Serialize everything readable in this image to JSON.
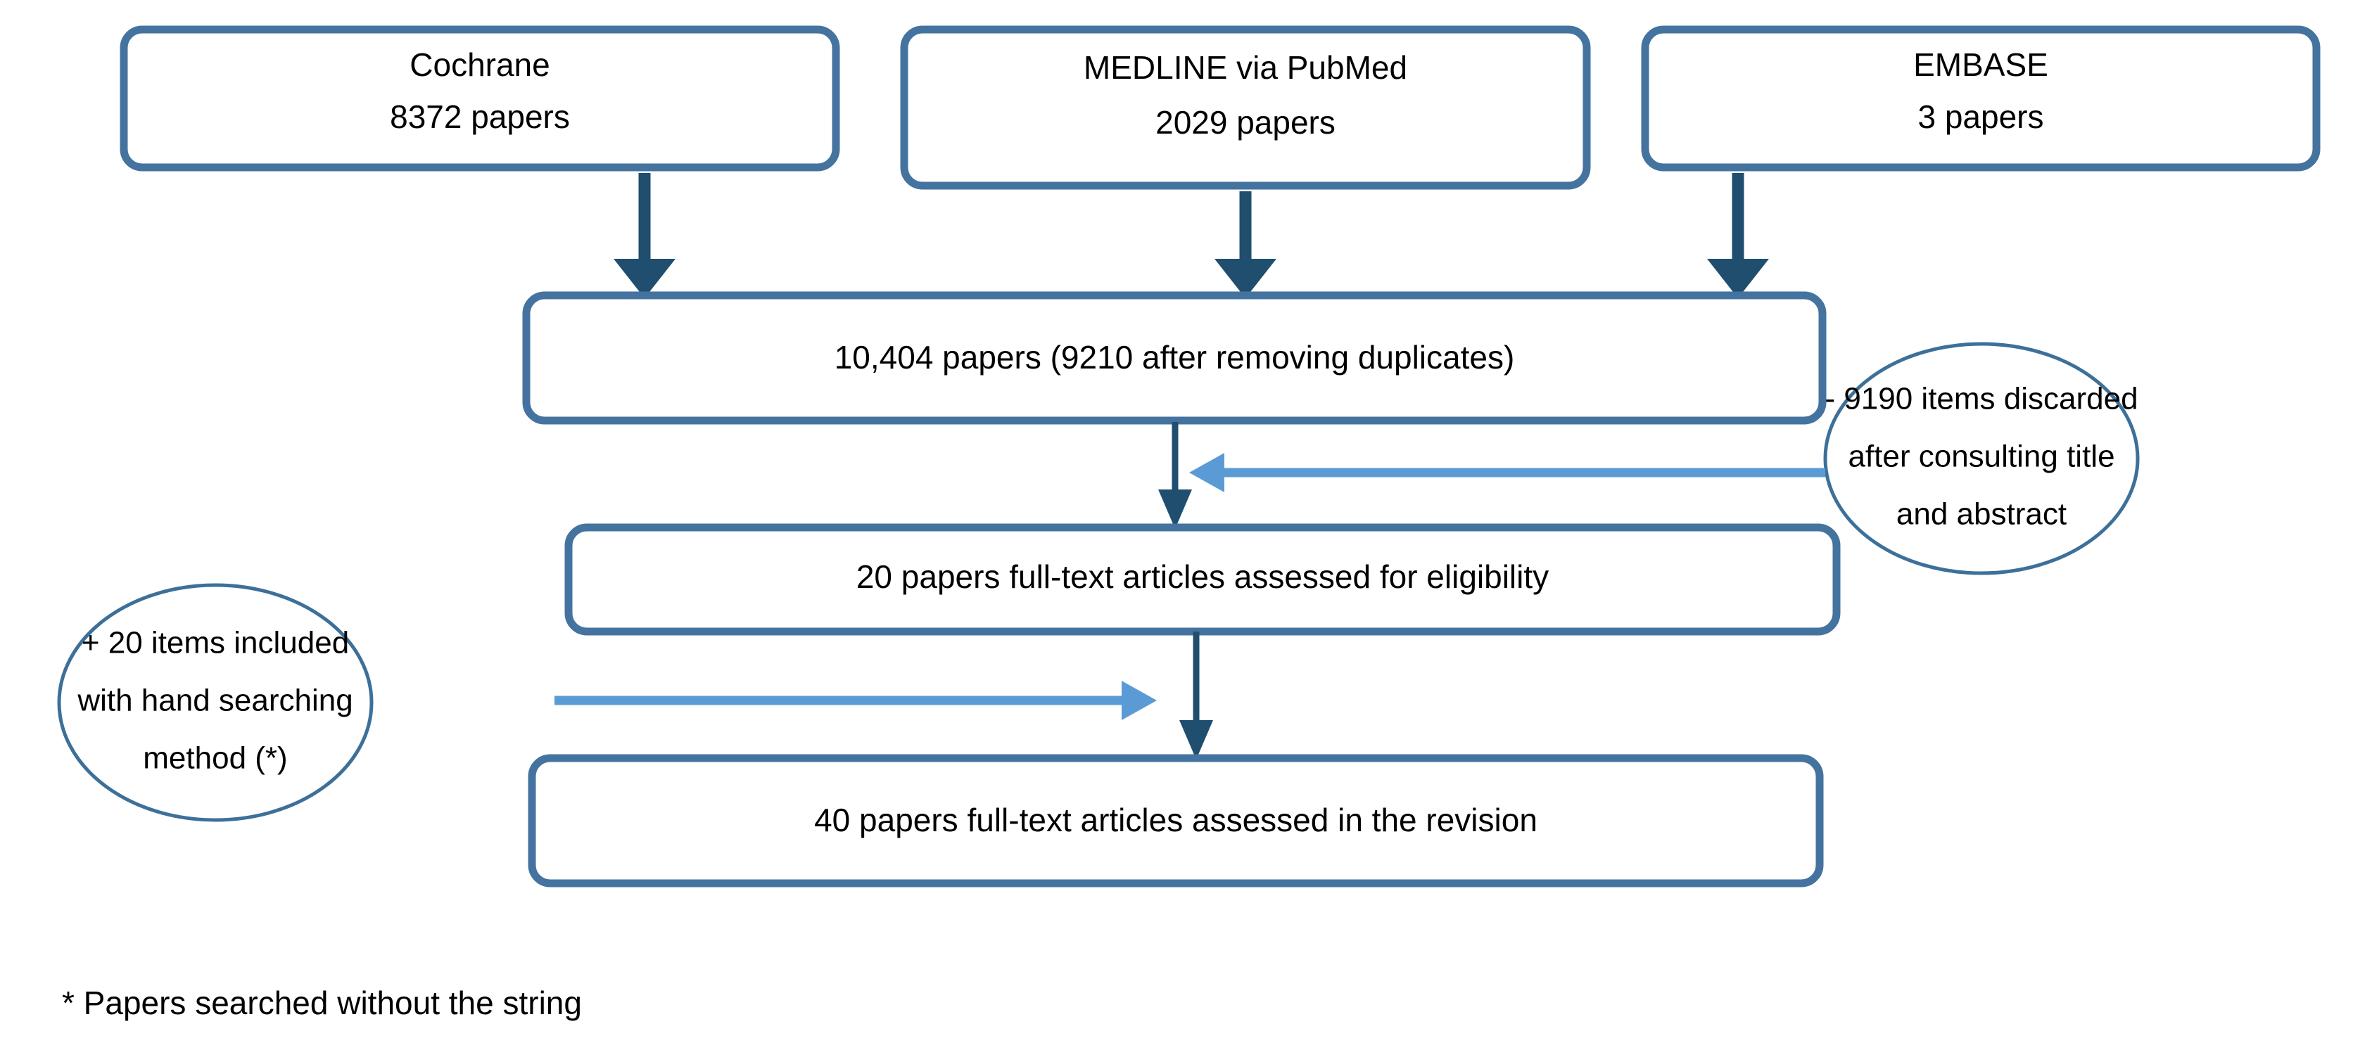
{
  "diagram": {
    "type": "prisma-flow-diagram",
    "title": "Study selection flow diagram",
    "colors": {
      "box_border": "#45739f",
      "ellipse_border": "#3d7099",
      "arrow_dark": "#1f4e6e",
      "arrow_light": "#5b9bd5",
      "background": "#ffffff",
      "text": "#000000"
    },
    "sources": [
      {
        "id": "cochrane",
        "name": "Cochrane",
        "count_label": "8372 papers",
        "count": 8372,
        "lines": [
          "Cochrane",
          "8372 papers"
        ]
      },
      {
        "id": "medline",
        "name": "MEDLINE via PubMed",
        "count_label": "2029 papers",
        "count": 2029,
        "lines": [
          "MEDLINE via PubMed",
          "2029 papers"
        ]
      },
      {
        "id": "embase",
        "name": "EMBASE",
        "count_label": "3 papers",
        "count": 3,
        "lines": [
          "EMBASE",
          "3 papers"
        ]
      }
    ],
    "stages": [
      {
        "id": "records-identified",
        "label": "10,404 papers (9210 after removing duplicates)",
        "total": 10404,
        "after_duplicates": 9210
      },
      {
        "id": "eligibility",
        "label": "20 papers full-text articles assessed for eligibility",
        "count": 20
      },
      {
        "id": "revision",
        "label": "40 papers full-text articles assessed in the revision",
        "count": 40
      }
    ],
    "annotations": [
      {
        "id": "excluded",
        "lines": [
          "- 9190 items discarded",
          "after consulting title",
          "and abstract"
        ],
        "count": 9190,
        "direction": "left"
      },
      {
        "id": "hand-search",
        "lines": [
          "+ 20 items included",
          "with hand searching",
          "method (*)"
        ],
        "count": 20,
        "direction": "right"
      }
    ],
    "footnote": "* Papers searched without the string"
  }
}
